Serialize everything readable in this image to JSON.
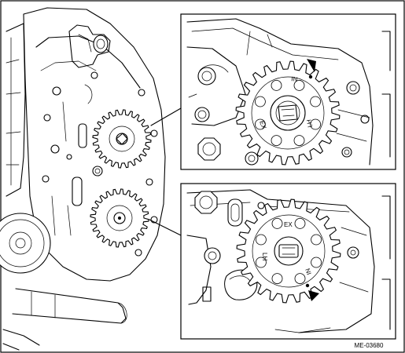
{
  "figure": {
    "id_code": "ME-03680",
    "marks": {
      "intake": "IN",
      "exhaust": "EX",
      "left_hand": "LH"
    }
  }
}
